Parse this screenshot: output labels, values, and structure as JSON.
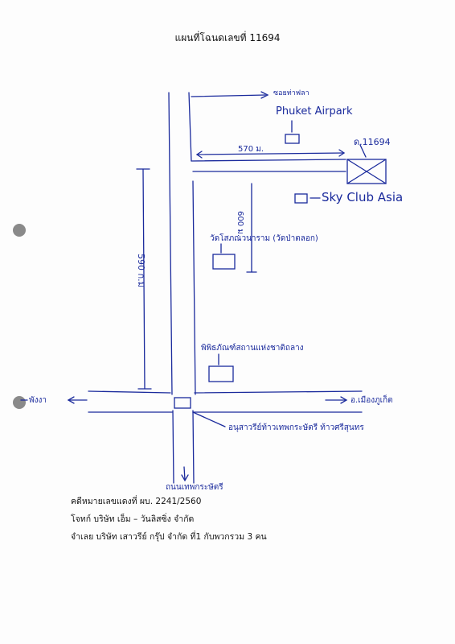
{
  "title": "แผนที่โฉนดเลขที่  11694",
  "map": {
    "road_top_label": "ซอยท่าฟลา",
    "airpark_label": "Phuket Airpark",
    "plot_label": "ด.11694",
    "distance_horizontal": "570 ม.",
    "distance_vertical_short": "600 ม.",
    "distance_vertical_long": "590 ก.ม",
    "skyclub_label": "Sky Club Asia",
    "temple_label": "วัดโสภณวนาราม (วัดป่าตลอก)",
    "museum_label": "พิพิธภัณฑ์สถานแห่งชาติถลาง",
    "west_label": "พังงา",
    "east_label": "อ.เมืองภูเก็ต",
    "monument_label": "อนุสาวรีย์ท้าวเทพกระษัตรี ท้าวศรีสุนทร",
    "south_label": "ถนนเทพกระษัตรี"
  },
  "case_info": {
    "case_no": "คดีหมายเลขแดงที่  ผบ. 2241/2560",
    "plaintiff": "โจทก์  บริษัท เอ็ม – วันลิสซิ่ง  จำกัด",
    "defendant": "จำเลย  บริษัท เสาวรีย์ กรุ๊ป จำกัด ที่1 กับพวกรวม 3 คน"
  },
  "colors": {
    "ink": "#1a2a9c",
    "text": "#111111"
  }
}
